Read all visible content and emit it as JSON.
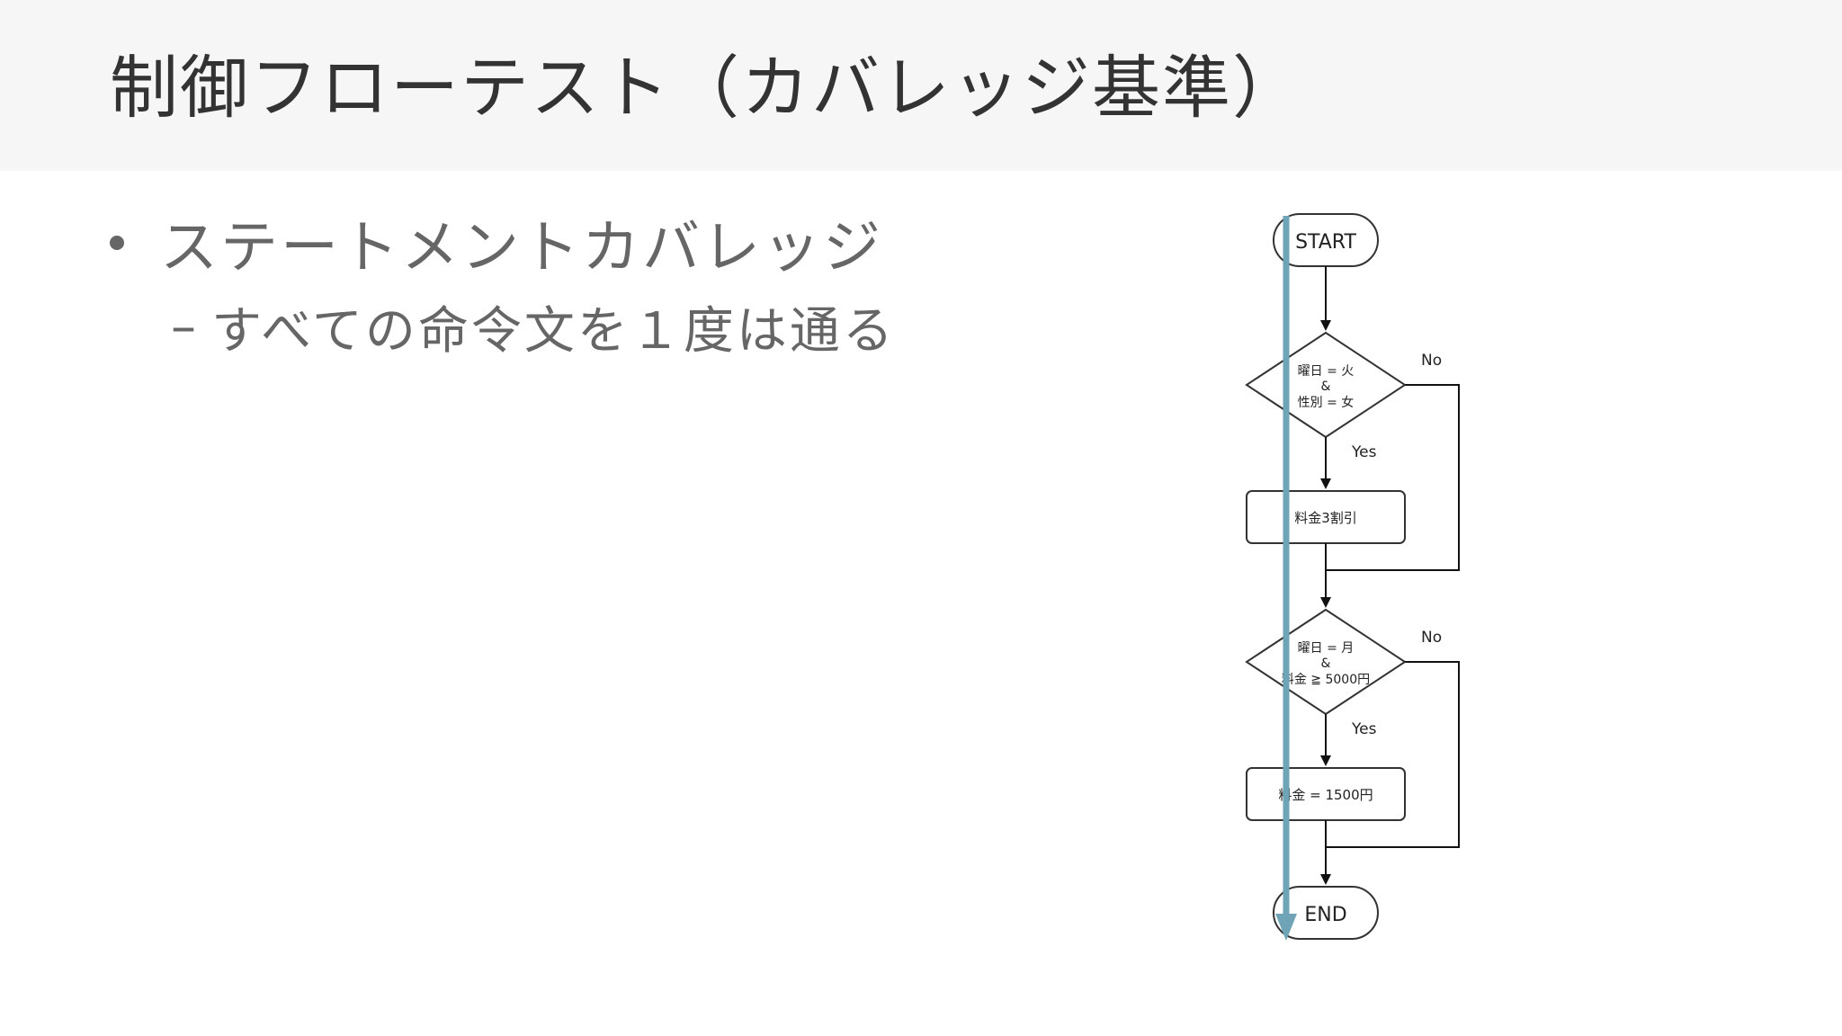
{
  "slide": {
    "title": "制御フローテスト（カバレッジ基準）",
    "bullets": [
      {
        "text": "ステートメントカバレッジ",
        "sub": [
          {
            "dash": "–",
            "text": "すべての命令文を１度は通る"
          }
        ]
      }
    ]
  },
  "flowchart": {
    "start": "START",
    "end": "END",
    "decision1": {
      "line1": "曜日 = 火",
      "line2": "&",
      "line3": "性別 = 女"
    },
    "decision1_yes": "Yes",
    "decision1_no": "No",
    "process1": "料金3割引",
    "decision2": {
      "line1": "曜日 = 月",
      "line2": "&",
      "line3": "料金 ≧ 5000円"
    },
    "decision2_yes": "Yes",
    "decision2_no": "No",
    "process2": "料金 = 1500円",
    "path_color": "#6fa3b6"
  }
}
